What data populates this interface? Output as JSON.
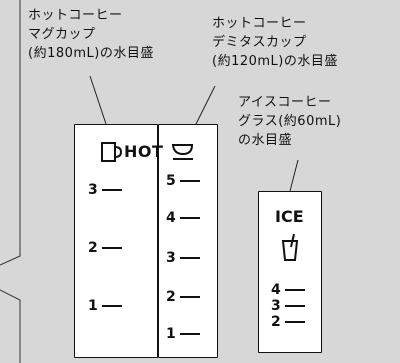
{
  "labels": {
    "mug": "ホットコーヒー\nマグカップ\n(約180mL)の水目盛",
    "demitasse": "ホットコーヒー\nデミタスカップ\n(約120mL)の水目盛",
    "iced": "アイスコーヒー\nグラス(約60mL)\nの水目盛"
  },
  "hot_label": "HOT",
  "ice_label": "ICE",
  "mug_scale": [
    "3",
    "2",
    "1"
  ],
  "demitasse_scale": [
    "5",
    "4",
    "3",
    "2",
    "1"
  ],
  "ice_scale": [
    "4",
    "3",
    "2"
  ],
  "icons": [
    "mug-icon",
    "demitasse-cup-icon",
    "glass-icon"
  ]
}
